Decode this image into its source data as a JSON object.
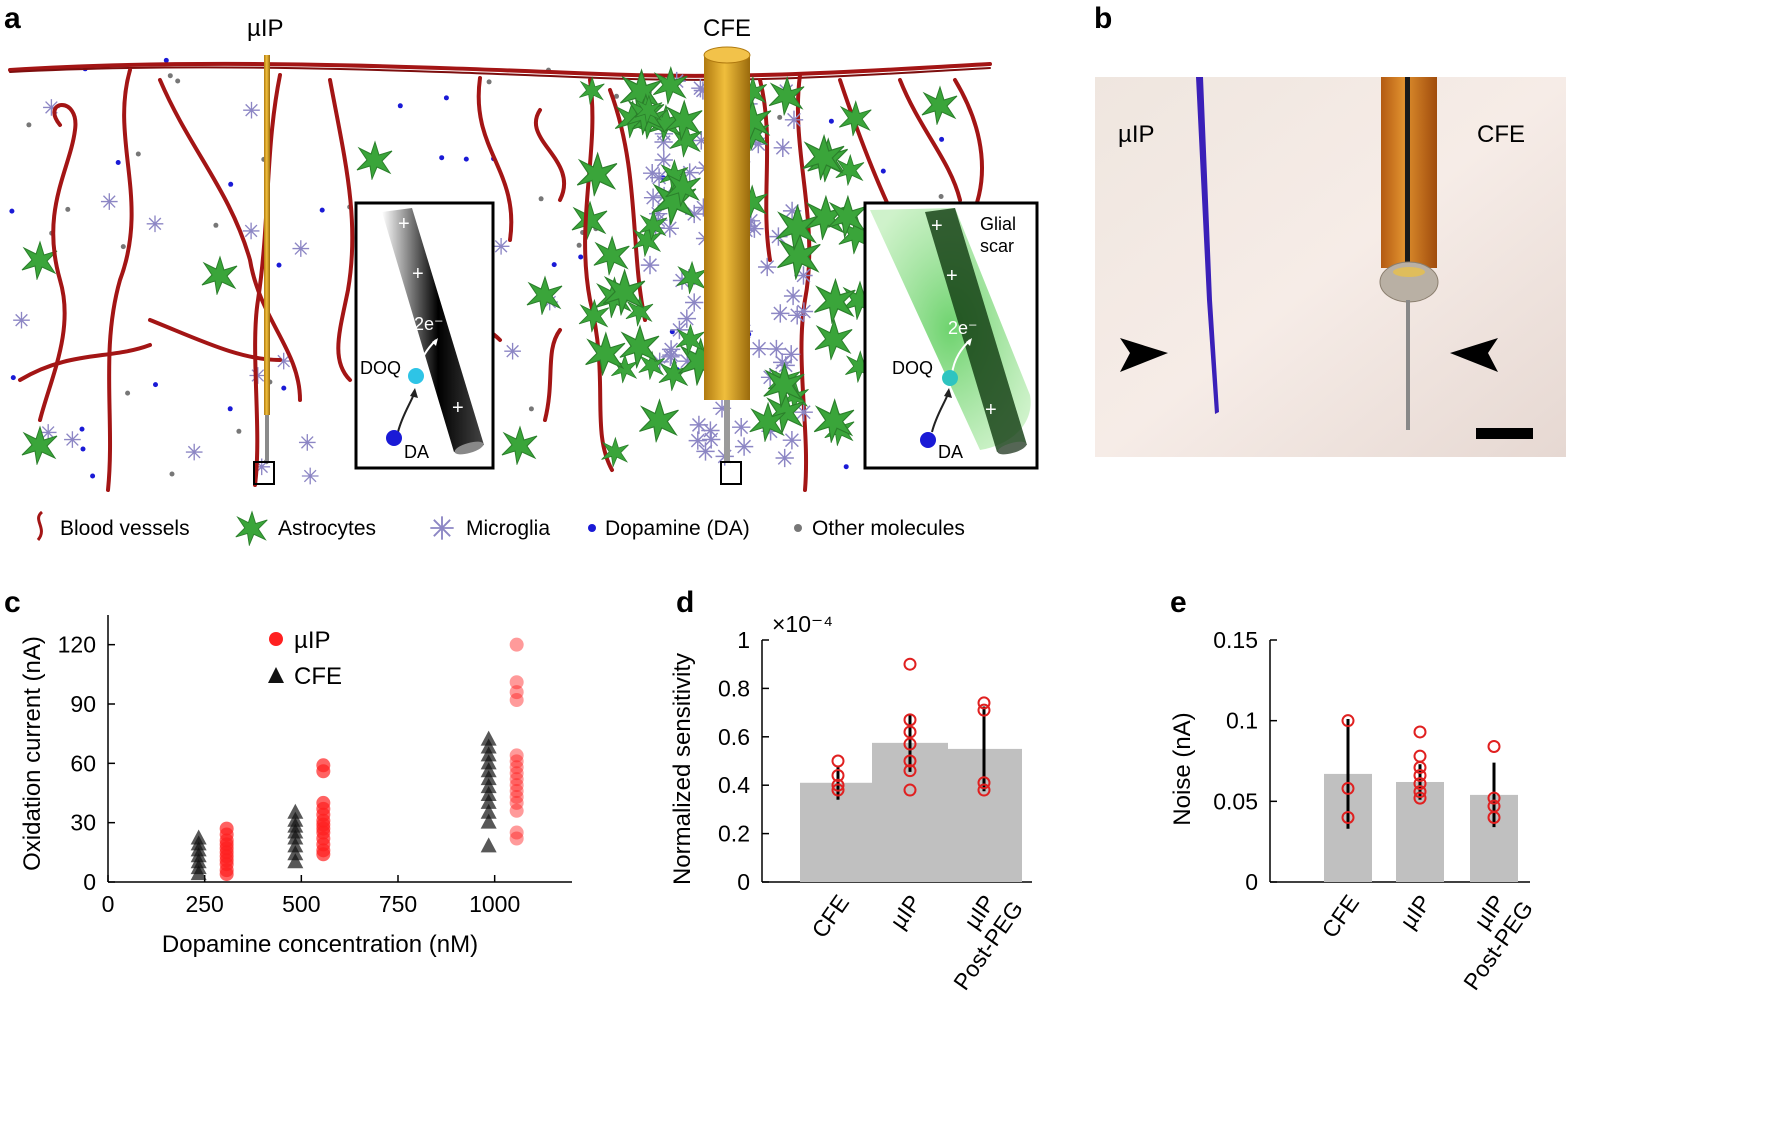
{
  "panels": {
    "a": "a",
    "b": "b",
    "c": "c",
    "d": "d",
    "e": "e"
  },
  "schematic": {
    "uip_label": "µIP",
    "cfe_label": "CFE",
    "inset_left": {
      "plus": "+",
      "electrons": "2e⁻",
      "doq": "DOQ",
      "da": "DA"
    },
    "inset_right": {
      "plus": "+",
      "electrons": "2e⁻",
      "doq": "DOQ",
      "da": "DA",
      "scar_line1": "Glial",
      "scar_line2": "scar"
    },
    "legend": [
      "Blood vessels",
      "Astrocytes",
      "Microglia",
      "Dopamine (DA)",
      "Other molecules"
    ],
    "colors": {
      "vessel": "#a31515",
      "astrocyte": "#3aa53a",
      "microglia": "#8c86c4",
      "dopamine": "#1a1ad6",
      "other": "#777777",
      "electrode_gold": "#d9a420"
    }
  },
  "photo": {
    "uip_label": "µIP",
    "cfe_label": "CFE"
  },
  "chart_data": [
    {
      "panel": "c",
      "type": "scatter",
      "xlabel": "Dopamine concentration (nM)",
      "ylabel": "Oxidation current (nA)",
      "xlim": [
        0,
        1200
      ],
      "ylim": [
        0,
        135
      ],
      "xticks": [
        0,
        250,
        500,
        750,
        1000
      ],
      "yticks": [
        0,
        30,
        60,
        90,
        120
      ],
      "legend": "top-left inside",
      "series": [
        {
          "name": "µIP",
          "marker": "circle",
          "color": "#ff2020",
          "points": [
            {
              "x": 250,
              "y": 27
            },
            {
              "x": 250,
              "y": 24
            },
            {
              "x": 250,
              "y": 21
            },
            {
              "x": 250,
              "y": 19
            },
            {
              "x": 250,
              "y": 17
            },
            {
              "x": 250,
              "y": 15
            },
            {
              "x": 250,
              "y": 13
            },
            {
              "x": 250,
              "y": 11
            },
            {
              "x": 250,
              "y": 9
            },
            {
              "x": 250,
              "y": 6
            },
            {
              "x": 250,
              "y": 4
            },
            {
              "x": 500,
              "y": 59
            },
            {
              "x": 500,
              "y": 56
            },
            {
              "x": 500,
              "y": 40
            },
            {
              "x": 500,
              "y": 37
            },
            {
              "x": 500,
              "y": 34
            },
            {
              "x": 500,
              "y": 31
            },
            {
              "x": 500,
              "y": 29
            },
            {
              "x": 500,
              "y": 27
            },
            {
              "x": 500,
              "y": 25
            },
            {
              "x": 500,
              "y": 22
            },
            {
              "x": 500,
              "y": 19
            },
            {
              "x": 500,
              "y": 16
            },
            {
              "x": 500,
              "y": 14
            },
            {
              "x": 1000,
              "y": 120
            },
            {
              "x": 1000,
              "y": 101
            },
            {
              "x": 1000,
              "y": 96
            },
            {
              "x": 1000,
              "y": 92
            },
            {
              "x": 1000,
              "y": 64
            },
            {
              "x": 1000,
              "y": 61
            },
            {
              "x": 1000,
              "y": 58
            },
            {
              "x": 1000,
              "y": 55
            },
            {
              "x": 1000,
              "y": 52
            },
            {
              "x": 1000,
              "y": 49
            },
            {
              "x": 1000,
              "y": 46
            },
            {
              "x": 1000,
              "y": 43
            },
            {
              "x": 1000,
              "y": 40
            },
            {
              "x": 1000,
              "y": 36
            },
            {
              "x": 1000,
              "y": 25
            },
            {
              "x": 1000,
              "y": 22
            }
          ]
        },
        {
          "name": "CFE",
          "marker": "triangle",
          "color": "#111111",
          "points": [
            {
              "x": 250,
              "y": 22
            },
            {
              "x": 250,
              "y": 19
            },
            {
              "x": 250,
              "y": 16
            },
            {
              "x": 250,
              "y": 13
            },
            {
              "x": 250,
              "y": 10
            },
            {
              "x": 250,
              "y": 7
            },
            {
              "x": 250,
              "y": 4
            },
            {
              "x": 500,
              "y": 35
            },
            {
              "x": 500,
              "y": 31
            },
            {
              "x": 500,
              "y": 28
            },
            {
              "x": 500,
              "y": 25
            },
            {
              "x": 500,
              "y": 22
            },
            {
              "x": 500,
              "y": 18
            },
            {
              "x": 500,
              "y": 14
            },
            {
              "x": 500,
              "y": 10
            },
            {
              "x": 1000,
              "y": 72
            },
            {
              "x": 1000,
              "y": 68
            },
            {
              "x": 1000,
              "y": 64
            },
            {
              "x": 1000,
              "y": 60
            },
            {
              "x": 1000,
              "y": 56
            },
            {
              "x": 1000,
              "y": 52
            },
            {
              "x": 1000,
              "y": 48
            },
            {
              "x": 1000,
              "y": 44
            },
            {
              "x": 1000,
              "y": 40
            },
            {
              "x": 1000,
              "y": 35
            },
            {
              "x": 1000,
              "y": 30
            },
            {
              "x": 1000,
              "y": 18
            }
          ]
        }
      ]
    },
    {
      "panel": "d",
      "type": "bar",
      "ylabel": "Normalized sensitivity",
      "multiplier": "×10⁻⁴",
      "ylim": [
        0,
        1
      ],
      "yticks": [
        "0",
        "0.2",
        "0.4",
        "0.6",
        "0.8",
        "1"
      ],
      "ytick_values": [
        0,
        0.2,
        0.4,
        0.6,
        0.8,
        1
      ],
      "categories": [
        [
          "CFE"
        ],
        [
          "µIP"
        ],
        [
          "µIP",
          "Post-PEG"
        ]
      ],
      "values": [
        0.41,
        0.575,
        0.55
      ],
      "errors": [
        0.07,
        0.12,
        0.175
      ],
      "points": [
        [
          0.5,
          0.44,
          0.4,
          0.38
        ],
        [
          0.9,
          0.67,
          0.62,
          0.57,
          0.5,
          0.46,
          0.38
        ],
        [
          0.74,
          0.71,
          0.41,
          0.38
        ]
      ],
      "bar_color": "#c0c0c0",
      "point_color": "#e02020"
    },
    {
      "panel": "e",
      "type": "bar",
      "ylabel": "Noise (nA)",
      "ylim": [
        0,
        0.15
      ],
      "yticks": [
        "0",
        "0.05",
        "0.1",
        "0.15"
      ],
      "ytick_values": [
        0,
        0.05,
        0.1,
        0.15
      ],
      "categories": [
        [
          "CFE"
        ],
        [
          "µIP"
        ],
        [
          "µIP",
          "Post-PEG"
        ]
      ],
      "values": [
        0.067,
        0.062,
        0.054
      ],
      "errors": [
        0.034,
        0.011,
        0.02
      ],
      "points": [
        [
          0.1,
          0.058,
          0.04
        ],
        [
          0.093,
          0.078,
          0.071,
          0.066,
          0.061,
          0.056,
          0.052
        ],
        [
          0.084,
          0.052,
          0.047,
          0.04
        ]
      ],
      "bar_color": "#c0c0c0",
      "point_color": "#e02020"
    }
  ]
}
